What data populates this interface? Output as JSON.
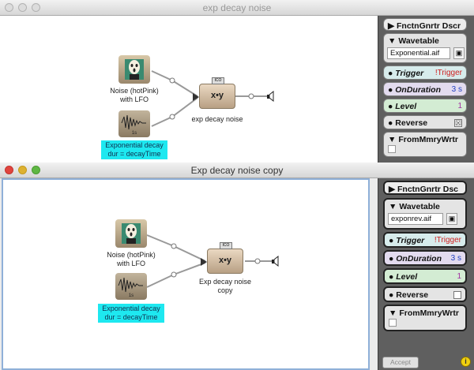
{
  "windows": [
    {
      "title": "exp decay noise",
      "nodes": {
        "noise_label": [
          "Noise (hotPink)",
          "with LFO"
        ],
        "exp_label": [
          "Exponential decay",
          "dur = decayTime"
        ],
        "multiply_symbol": "x•y",
        "multiply_label": [
          "exp decay noise"
        ],
        "env_tag": "1s",
        "mult_tag": "ICO"
      },
      "panel": {
        "header": "FnctnGnrtr Dscr",
        "wavetable": {
          "label": "Wavetable",
          "file": "Exponential.aif"
        },
        "trigger": {
          "label": "Trigger",
          "value": "!Trigger"
        },
        "onduration": {
          "label": "OnDuration",
          "value": "3 s"
        },
        "level": {
          "label": "Level",
          "value": "1"
        },
        "reverse": {
          "label": "Reverse",
          "checked_glyph": "☒"
        },
        "frommemory": {
          "label": "FromMmryWrtr"
        }
      }
    },
    {
      "title": "Exp decay noise copy",
      "nodes": {
        "noise_label": [
          "Noise (hotPink)",
          "with LFO"
        ],
        "exp_label": [
          "Exponential decay",
          "dur = decayTime"
        ],
        "multiply_symbol": "x•y",
        "multiply_label": [
          "Exp decay noise",
          "copy"
        ],
        "env_tag": "1s",
        "mult_tag": "ICO"
      },
      "panel": {
        "header": "FnctnGnrtr Dsc",
        "wavetable": {
          "label": "Wavetable",
          "file": "exponrev.aif"
        },
        "trigger": {
          "label": "Trigger",
          "value": "!Trigger"
        },
        "onduration": {
          "label": "OnDuration",
          "value": "3 s"
        },
        "level": {
          "label": "Level",
          "value": "1"
        },
        "reverse": {
          "label": "Reverse",
          "checked_glyph": ""
        },
        "frommemory": {
          "label": "FromMmryWrtr"
        }
      }
    }
  ],
  "footer": {
    "accept_label": "Accept",
    "info_glyph": "i"
  },
  "colors": {
    "cyan_highlight": "#1ee8f0",
    "trigger_bg": "#d7ecec",
    "onduration_bg": "#e3dbef",
    "level_bg": "#d3ecd3",
    "value_red": "#d02020",
    "value_blue": "#2040c0",
    "panel_bg": "#5f5f5f"
  },
  "icons": {
    "noise_node": "scream-icon",
    "exp_node": "waveform-icon",
    "multiply_node": "multiply-icon",
    "output": "speaker-icon",
    "disclosure": "triangle-icon",
    "save": "save-icon"
  }
}
